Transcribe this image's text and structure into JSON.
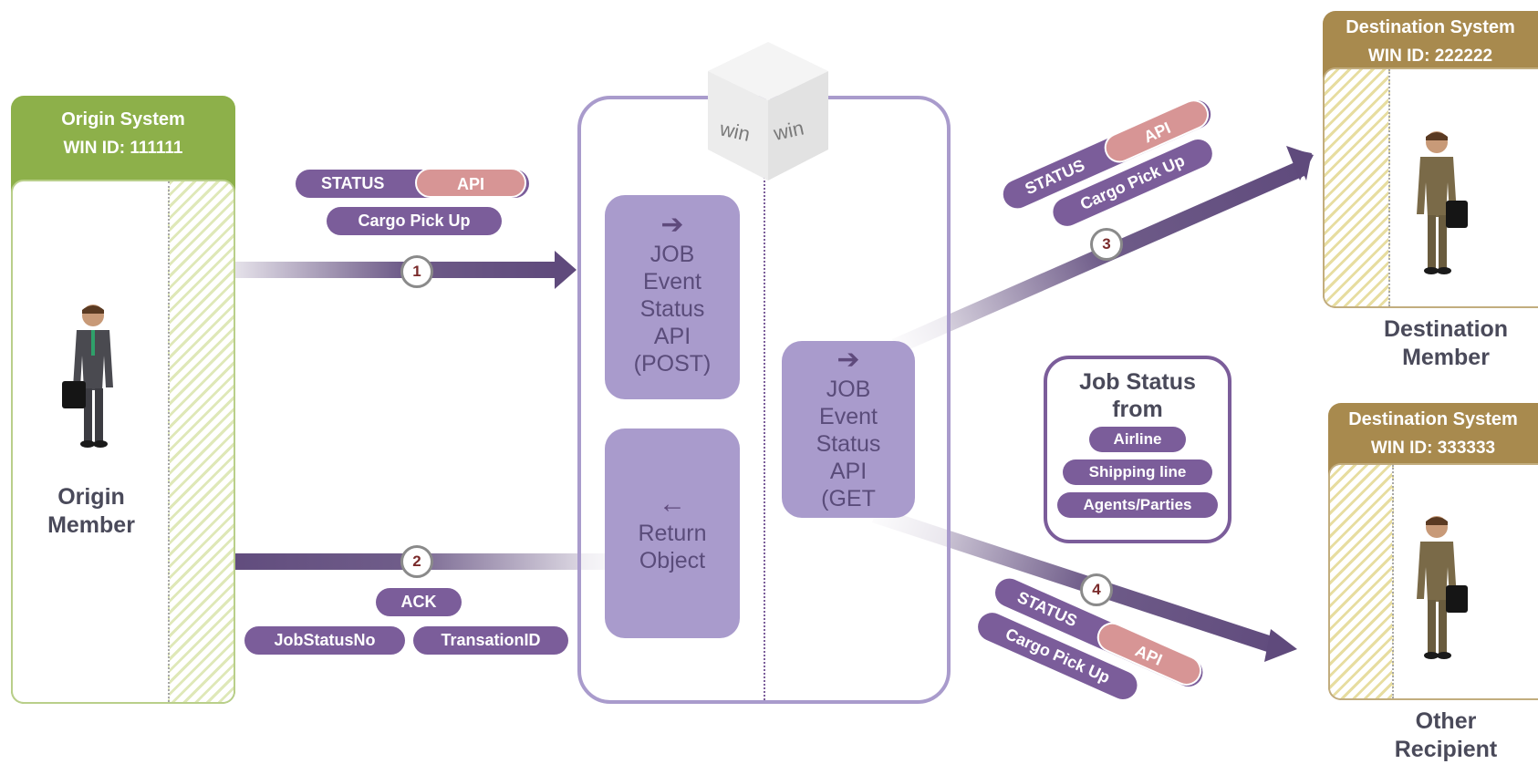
{
  "origin": {
    "title": "Origin System",
    "win_id": "WIN ID: 111111",
    "member_line1": "Origin",
    "member_line2": "Member"
  },
  "destination1": {
    "title": "Destination System",
    "win_id": "WIN ID: 222222",
    "member_line1": "Destination",
    "member_line2": "Member"
  },
  "destination2": {
    "title": "Destination System",
    "win_id": "WIN ID: 333333",
    "member_line1": "Other",
    "member_line2": "Recipient"
  },
  "hub": {
    "logo_text": "win",
    "post_tile": {
      "arrow": "➔",
      "lines": [
        "JOB",
        "Event",
        "Status",
        "API",
        "(POST)"
      ]
    },
    "return_tile": {
      "arrow": "🡐",
      "lines": [
        "Return",
        "Object"
      ]
    },
    "get_tile": {
      "arrow": "➔",
      "lines": [
        "JOB",
        "Event",
        "Status",
        "API",
        "(GET"
      ]
    }
  },
  "flow1": {
    "step": "1",
    "status": "STATUS",
    "api": "API",
    "event": "Cargo Pick Up"
  },
  "flow2": {
    "step": "2",
    "ack": "ACK",
    "field1": "JobStatusNo",
    "field2": "TransationID"
  },
  "flow3": {
    "step": "3",
    "status": "STATUS",
    "api": "API",
    "event": "Cargo Pick Up"
  },
  "flow4": {
    "step": "4",
    "status": "STATUS",
    "api": "API",
    "event": "Cargo Pick Up"
  },
  "sources": {
    "title_line1": "Job Status",
    "title_line2": "from",
    "items": [
      "Airline",
      "Shipping line",
      "Agents/Parties"
    ]
  },
  "colors": {
    "origin_green": "#8db04a",
    "dest_gold": "#a88a4e",
    "arrow_purple": "#5f4a7c",
    "tile_lilac": "#a99bcc",
    "pill_purple": "#7b5d9a",
    "pill_pink": "#d79595"
  }
}
